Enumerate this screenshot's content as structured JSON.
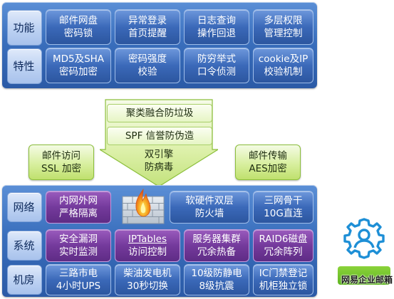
{
  "top": {
    "rows": [
      {
        "label": "功能",
        "cells": [
          [
            "邮件网盘",
            "密码锁"
          ],
          [
            "异常登录",
            "首页提醒"
          ],
          [
            "日志查询",
            "操作回退"
          ],
          [
            "多层权限",
            "管理控制"
          ]
        ]
      },
      {
        "label": "特性",
        "cells": [
          [
            "MD5及SHA",
            "密码加密"
          ],
          [
            "密码强度",
            "校验"
          ],
          [
            "防穷举式",
            "口令侦测"
          ],
          [
            "cookie及IP",
            "校验机制"
          ]
        ]
      }
    ]
  },
  "middle": {
    "funnel": [
      "聚类融合防垃圾",
      "SPF 信誉防伪造",
      "双引擎",
      "防病毒"
    ],
    "left_box": [
      "邮件访问",
      "SSL 加密"
    ],
    "right_box": [
      "邮件传输",
      "AES加密"
    ]
  },
  "bottom": {
    "rows": [
      {
        "label": "网络",
        "cells": [
          {
            "lines": [
              "内网外网",
              "严格隔离"
            ],
            "style": "purple"
          },
          {
            "lines": [
              "软硬件双层",
              "防火墙"
            ],
            "style": "blue"
          },
          {
            "lines": [
              "三网骨干",
              "10G直连"
            ],
            "style": "blue"
          }
        ]
      },
      {
        "label": "系统",
        "cells": [
          {
            "lines": [
              "安全漏洞",
              "实时监测"
            ],
            "style": "purple"
          },
          {
            "lines": [
              "IPTables",
              "访问控制"
            ],
            "style": "purple"
          },
          {
            "lines": [
              "服务器集群",
              "冗余热备"
            ],
            "style": "purple"
          },
          {
            "lines": [
              "RAID6磁盘",
              "冗余阵列"
            ],
            "style": "purple"
          }
        ]
      },
      {
        "label": "机房",
        "cells": [
          {
            "lines": [
              "三路市电",
              "4小时UPS"
            ],
            "style": "blue"
          },
          {
            "lines": [
              "柴油发电机",
              "30秒切换"
            ],
            "style": "blue"
          },
          {
            "lines": [
              "10级防静电",
              "8级抗震"
            ],
            "style": "blue"
          },
          {
            "lines": [
              "IC门禁登记",
              "机柜独立锁"
            ],
            "style": "blue"
          }
        ]
      }
    ]
  },
  "watermark": "网易企业邮箱",
  "colors": {
    "panel_blue": "#3a6fbd",
    "cell_purple": "#743a9c",
    "funnel_green": "#d8ef9f",
    "flame_orange": "#f39a1e",
    "gear_blue": "#1e8fd6"
  },
  "icons": [
    "firewall-flame-icon",
    "user-gear-icon"
  ]
}
